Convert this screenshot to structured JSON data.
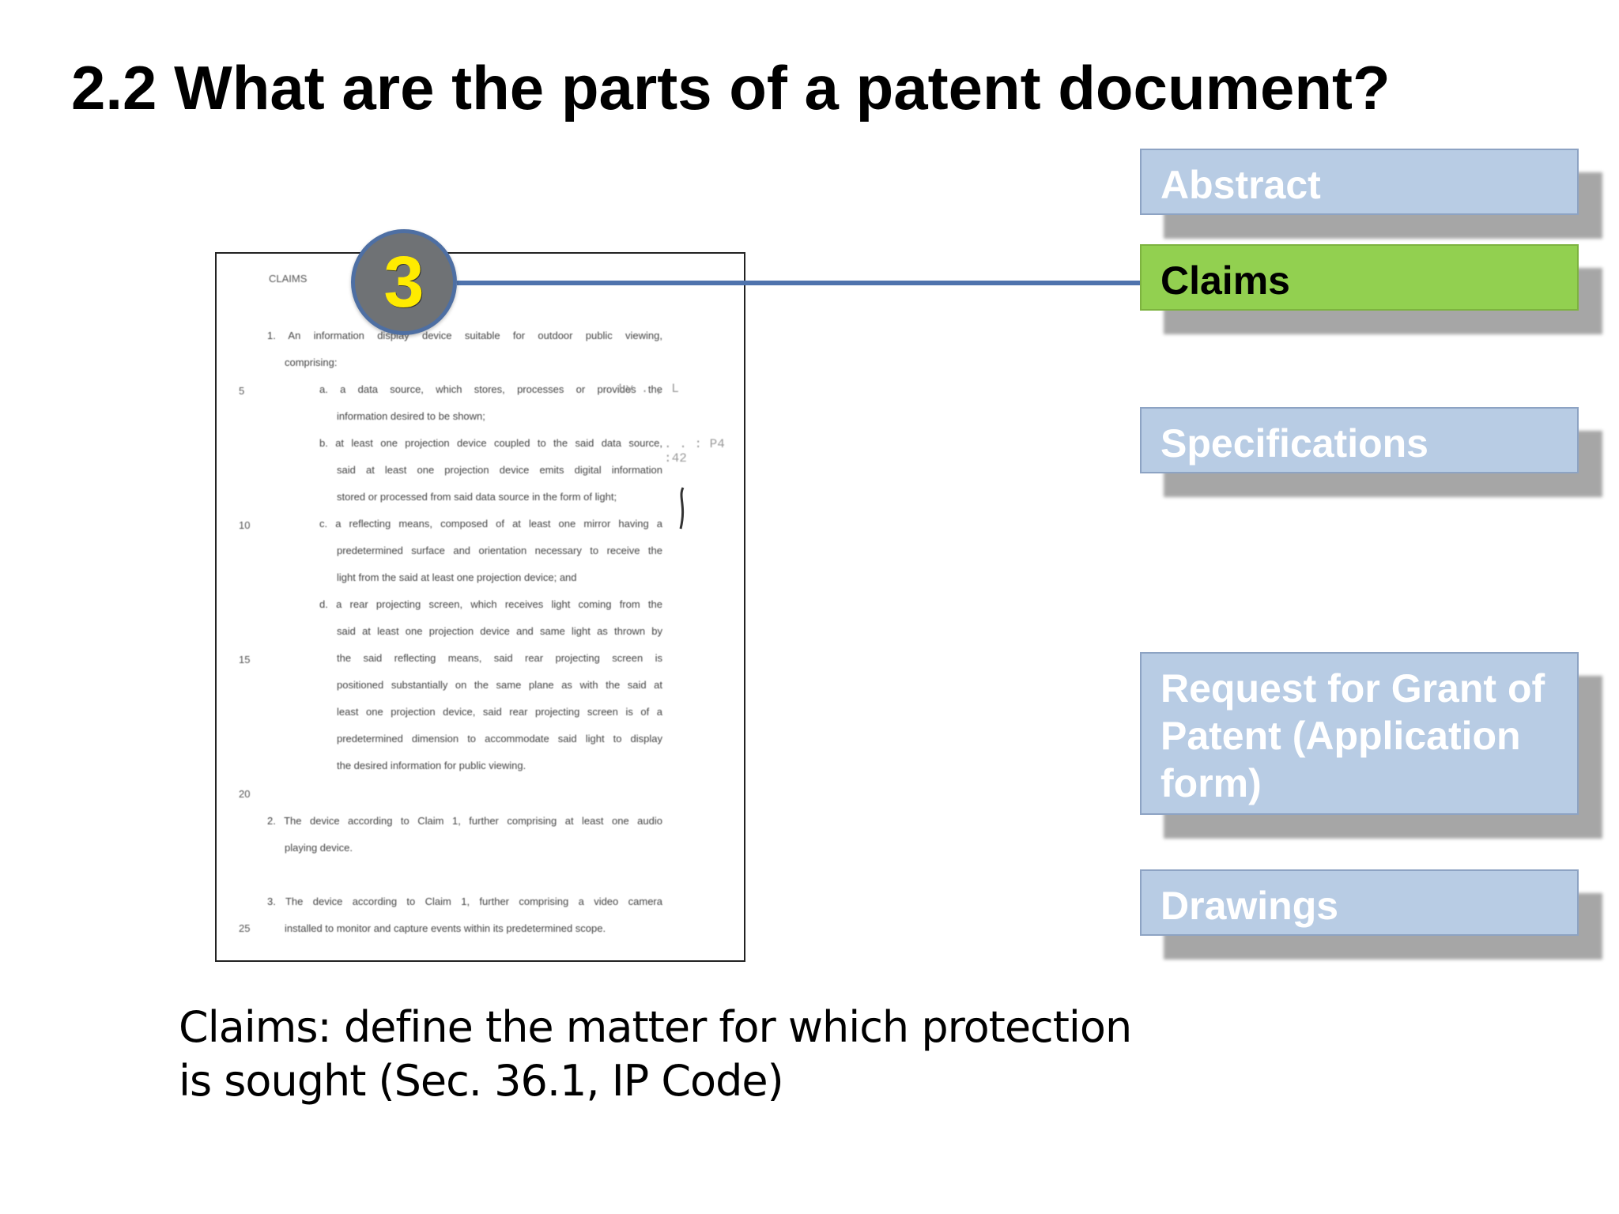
{
  "title": "2.2 What are the parts of a patent document?",
  "badge_number": "3",
  "document": {
    "heading": "CLAIMS",
    "line_numbers": [
      "5",
      "10",
      "15",
      "20",
      "25"
    ],
    "lines": [
      "1.  An  information  display  device  suitable  for  outdoor  public  viewing,",
      "comprising:",
      "a.  a  data  source,  which  stores,  processes  or  provides  the",
      "information desired to be shown;",
      "b.  at least one projection device coupled to the said data source,",
      "said  at  least  one  projection  device  emits  digital  information",
      "stored or processed from said data source in the form of light;",
      "c.  a reflecting means, composed of at least one mirror having a",
      "predetermined surface and orientation necessary to receive the",
      "light from the said at least one projection device; and",
      "d.  a rear projecting screen, which receives light coming from the",
      "said at least one projection device and same light as thrown by",
      "the  said  reflecting  means,  said  rear  projecting  screen  is",
      "positioned substantially on the same plane as with the said at",
      "least one projection device, said rear projecting screen is of a",
      "predetermined dimension to accommodate said light to display",
      "the desired information for public viewing.",
      "2.  The device according to Claim 1, further comprising at least one audio",
      "playing device.",
      "3.  The device according to Claim 1, further comprising a video camera",
      "installed to monitor and capture events within its predetermined scope."
    ],
    "margin_notes": [
      "Lv  .  ,  L",
      ". . :  P4 :42"
    ]
  },
  "parts": [
    {
      "label": "Abstract",
      "active": false
    },
    {
      "label": "Claims",
      "active": true
    },
    {
      "label": "Specifications",
      "active": false
    },
    {
      "label": "Request for Grant of Patent (Application form)",
      "active": false
    },
    {
      "label": "Drawings",
      "active": false
    }
  ],
  "caption": "Claims: define the matter for which protection is sought (Sec. 36.1, IP Code)",
  "colors": {
    "active_box": "#92d050",
    "inactive_box": "#b8cce4",
    "connector": "#4f73ad",
    "badge_number": "#ffeb00"
  }
}
